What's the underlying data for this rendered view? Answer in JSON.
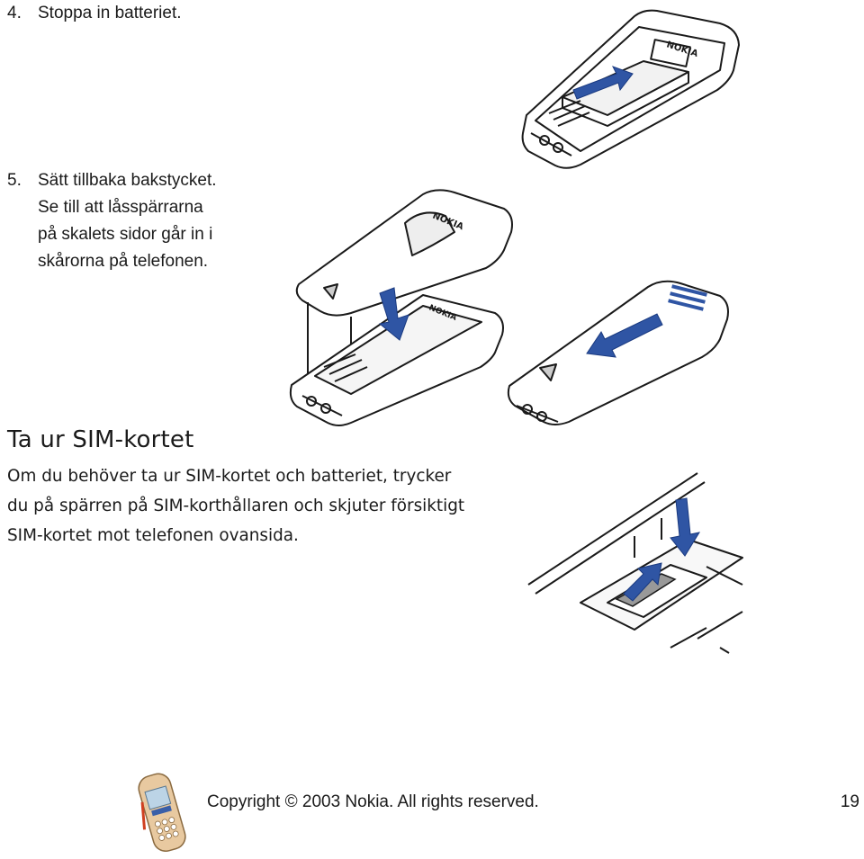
{
  "steps": [
    {
      "number": "4.",
      "lines": [
        "Stoppa in batteriet."
      ]
    },
    {
      "number": "5.",
      "lines": [
        "Sätt tillbaka bakstycket.",
        "Se till att låsspärrarna",
        "på skalets sidor går in i",
        "skårorna på telefonen."
      ]
    }
  ],
  "section": {
    "heading": "Ta ur SIM-kortet",
    "body_lines": [
      "Om du behöver ta ur SIM-kortet och batteriet, trycker",
      "du på spärren på SIM-korthållaren och skjuter försiktigt",
      "SIM-kortet mot telefonen ovansida."
    ]
  },
  "illustrations": {
    "brand_text": "NOKIA",
    "arrow_color": "#2f55a4",
    "line_color": "#1a1a1a"
  },
  "footer": {
    "copyright": "Copyright © 2003 Nokia. All rights reserved.",
    "page_number": "19"
  }
}
